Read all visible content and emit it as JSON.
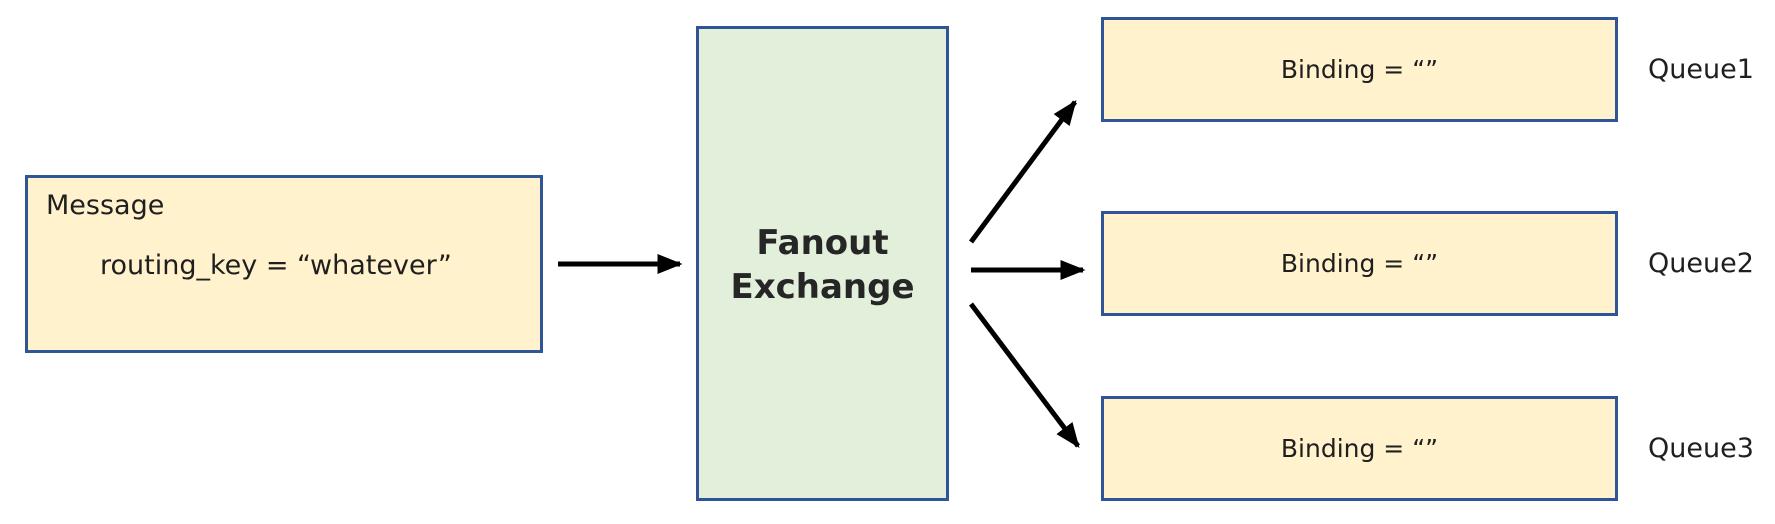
{
  "message": {
    "title": "Message",
    "routing_key": "routing_key  =  “whatever”"
  },
  "exchange": {
    "line1": "Fanout",
    "line2": "Exchange"
  },
  "queues": [
    {
      "binding": "Binding  =  “”",
      "name": "Queue1"
    },
    {
      "binding": "Binding  =  “”",
      "name": "Queue2"
    },
    {
      "binding": "Binding  =  “”",
      "name": "Queue3"
    }
  ],
  "colors": {
    "box_border": "#2f5597",
    "message_fill": "#fff2cc",
    "exchange_fill": "#e2efda",
    "arrow": "#000000"
  }
}
